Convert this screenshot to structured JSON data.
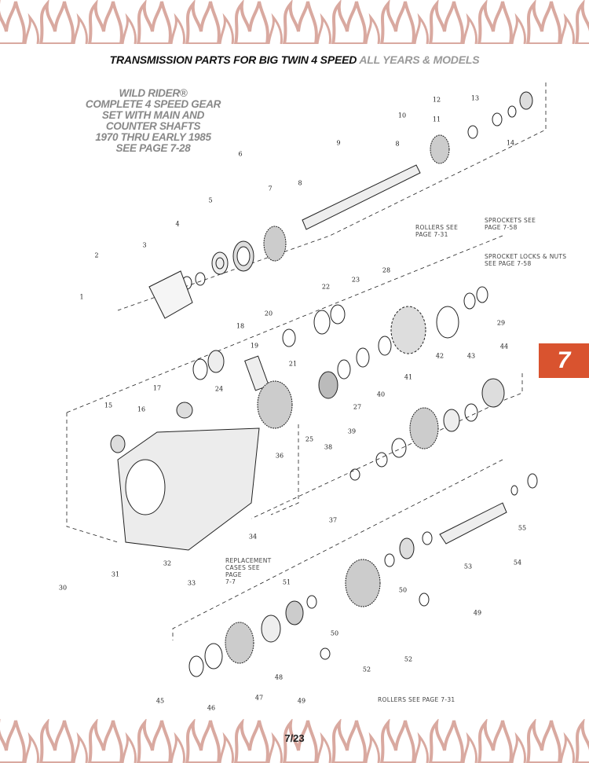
{
  "header": {
    "title": "TRANSMISSION PARTS FOR BIG TWIN 4 SPEED",
    "subtitle": "ALL YEARS & MODELS"
  },
  "promo": {
    "lines": [
      "WILD RIDER®",
      "COMPLETE 4 SPEED GEAR",
      "SET WITH MAIN AND",
      "COUNTER SHAFTS",
      "1970 THRU EARLY 1985",
      "SEE PAGE 7-28"
    ]
  },
  "callouts": [
    "1",
    "2",
    "3",
    "4",
    "5",
    "6",
    "7",
    "8",
    "8",
    "9",
    "10",
    "11",
    "12",
    "13",
    "14",
    "15",
    "16",
    "17",
    "18",
    "19",
    "20",
    "21",
    "22",
    "23",
    "24",
    "25",
    "27",
    "28",
    "29",
    "30",
    "31",
    "32",
    "33",
    "34",
    "36",
    "37",
    "38",
    "39",
    "40",
    "41",
    "42",
    "43",
    "44",
    "45",
    "46",
    "47",
    "48",
    "49",
    "49",
    "50",
    "50",
    "51",
    "52",
    "52",
    "53",
    "54",
    "55"
  ],
  "notes": {
    "rollers_top": [
      "ROLLERS SEE",
      "PAGE 7-31"
    ],
    "sprockets": [
      "SPROCKETS SEE",
      "PAGE 7-58"
    ],
    "sprocket_locks": [
      "SPROCKET LOCKS & NUTS",
      "SEE PAGE 7-58"
    ],
    "cases": [
      "REPLACEMENT",
      "CASES SEE",
      "PAGE",
      "7-7"
    ],
    "rollers_bottom": [
      "ROLLERS SEE PAGE 7-31"
    ]
  },
  "section_tab": "7",
  "page_number": "7/23",
  "colors": {
    "tab": "#d9532f",
    "flames": "#d9a9a0",
    "promo": "#888888"
  }
}
